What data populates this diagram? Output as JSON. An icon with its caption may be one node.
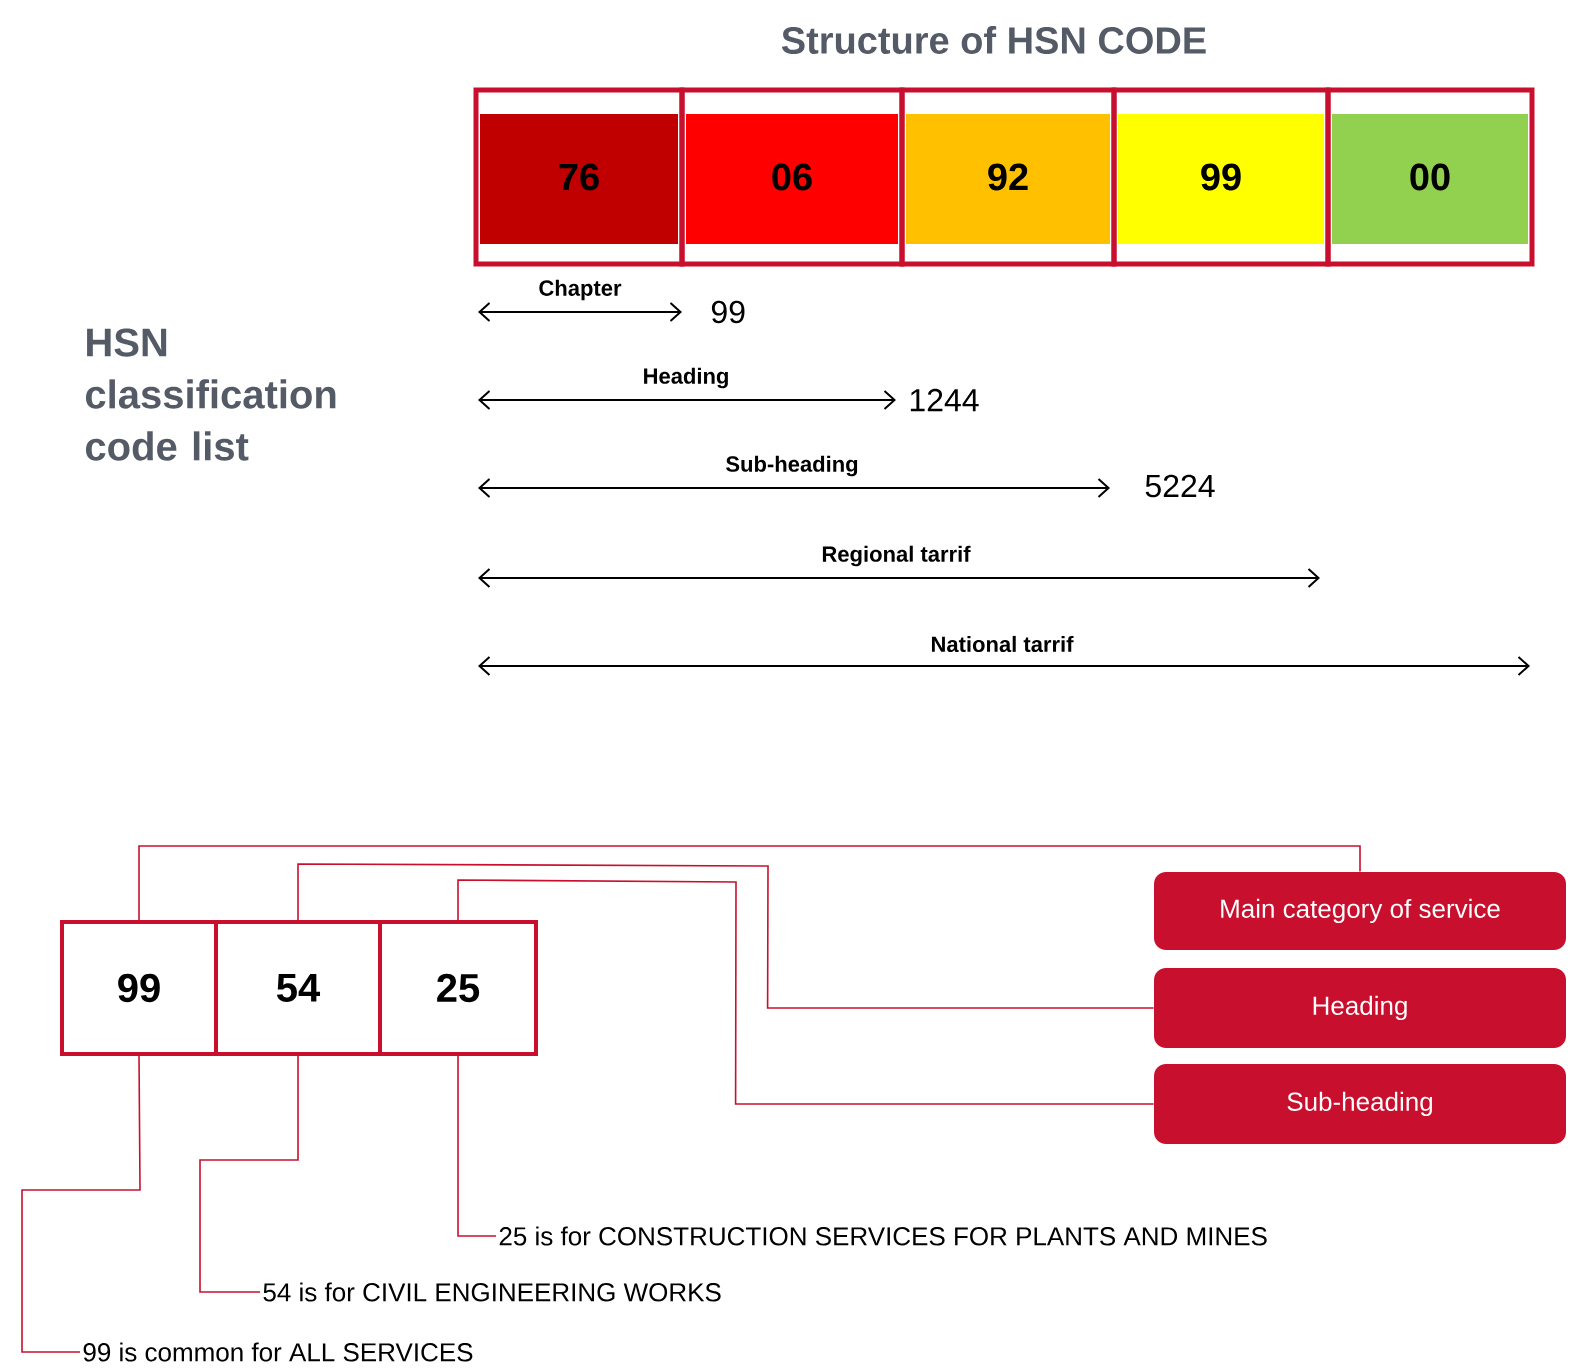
{
  "diagram": {
    "title": "Structure of HSN CODE",
    "nodes": [
      {
        "text": [
          "76"
        ]
      },
      {
        "text": [
          "06"
        ]
      },
      {
        "text": [
          "92"
        ]
      },
      {
        "text": [
          "99"
        ]
      },
      {
        "text": [
          "00"
        ]
      },
      {
        "text": [
          "99"
        ]
      },
      {
        "text": [
          "54"
        ]
      },
      {
        "text": [
          "25"
        ]
      },
      {
        "text": [
          "Main category of service"
        ]
      },
      {
        "text": [
          "Heading"
        ]
      },
      {
        "text": [
          "Sub-heading"
        ]
      },
      {
        "text": [
          "25 is for CONSTRUCTION  SERVICES FOR PLANTS AND MINES"
        ]
      },
      {
        "text": [
          "54 is for CIVIL ENGINEERING  WORKS"
        ]
      },
      {
        "text": [
          "99 is common for ALL SERVICES"
        ]
      }
    ],
    "edges": [
      {
        "from": 5,
        "to": 8,
        "arrow": "none"
      },
      {
        "from": 6,
        "to": 9,
        "arrow": "none"
      },
      {
        "from": 7,
        "to": 10,
        "arrow": "none"
      },
      {
        "from": 7,
        "to": 11,
        "arrow": "none"
      },
      {
        "from": 6,
        "to": 12,
        "arrow": "none"
      },
      {
        "from": 5,
        "to": 13,
        "arrow": "none"
      }
    ],
    "labels": [
      "HSN classification code list",
      "Chapter",
      "99",
      "Heading",
      "1244",
      "Sub-heading",
      "5224",
      "Regional tarrif",
      "National tarrif"
    ]
  }
}
